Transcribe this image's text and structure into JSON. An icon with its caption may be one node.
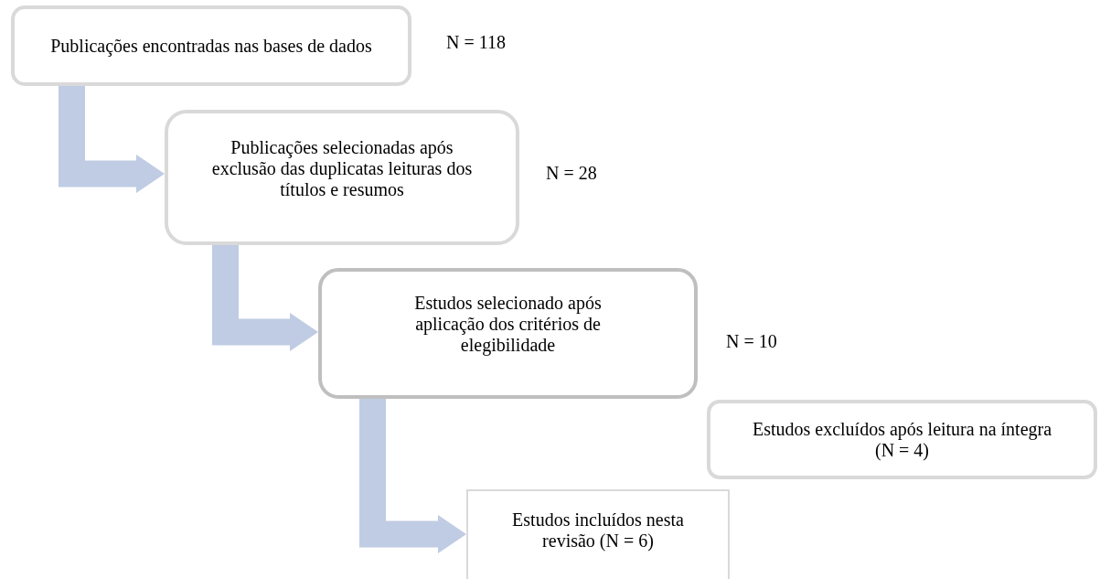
{
  "diagram": {
    "nodes": [
      {
        "text": [
          "Publicações encontradas nas bases de dados"
        ],
        "beside": [
          "N = 118"
        ]
      },
      {
        "text": [
          "Publicações selecionadas após exclusão das duplicatas leituras dos títulos e resumos"
        ],
        "beside": [
          "N = 28"
        ]
      },
      {
        "text": [
          "Estudos selecionado após aplicação dos critérios de elegibilidade"
        ],
        "beside": [
          "N = 10"
        ]
      },
      {
        "text": [
          "Estudos excluídos após leitura na íntegra (N = 4)"
        ]
      },
      {
        "text": [
          "Estudos incluídos nesta revisão (N = 6)"
        ]
      }
    ],
    "edges": [
      {
        "from": 0,
        "to": 1,
        "arrow": "to"
      },
      {
        "from": 1,
        "to": 2,
        "arrow": "to"
      },
      {
        "from": 2,
        "to": 4,
        "arrow": "to"
      }
    ]
  }
}
